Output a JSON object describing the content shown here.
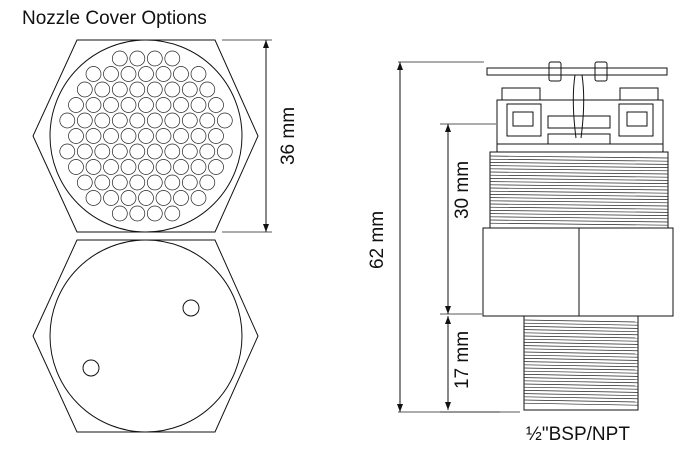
{
  "title": "Nozzle Cover Options",
  "dimensions": {
    "cover_width": "36 mm",
    "overall_height": "62 mm",
    "body_height": "30 mm",
    "thread_height": "17 mm"
  },
  "thread_label": "½\"BSP/NPT",
  "colors": {
    "line": "#111111",
    "background": "#ffffff"
  }
}
